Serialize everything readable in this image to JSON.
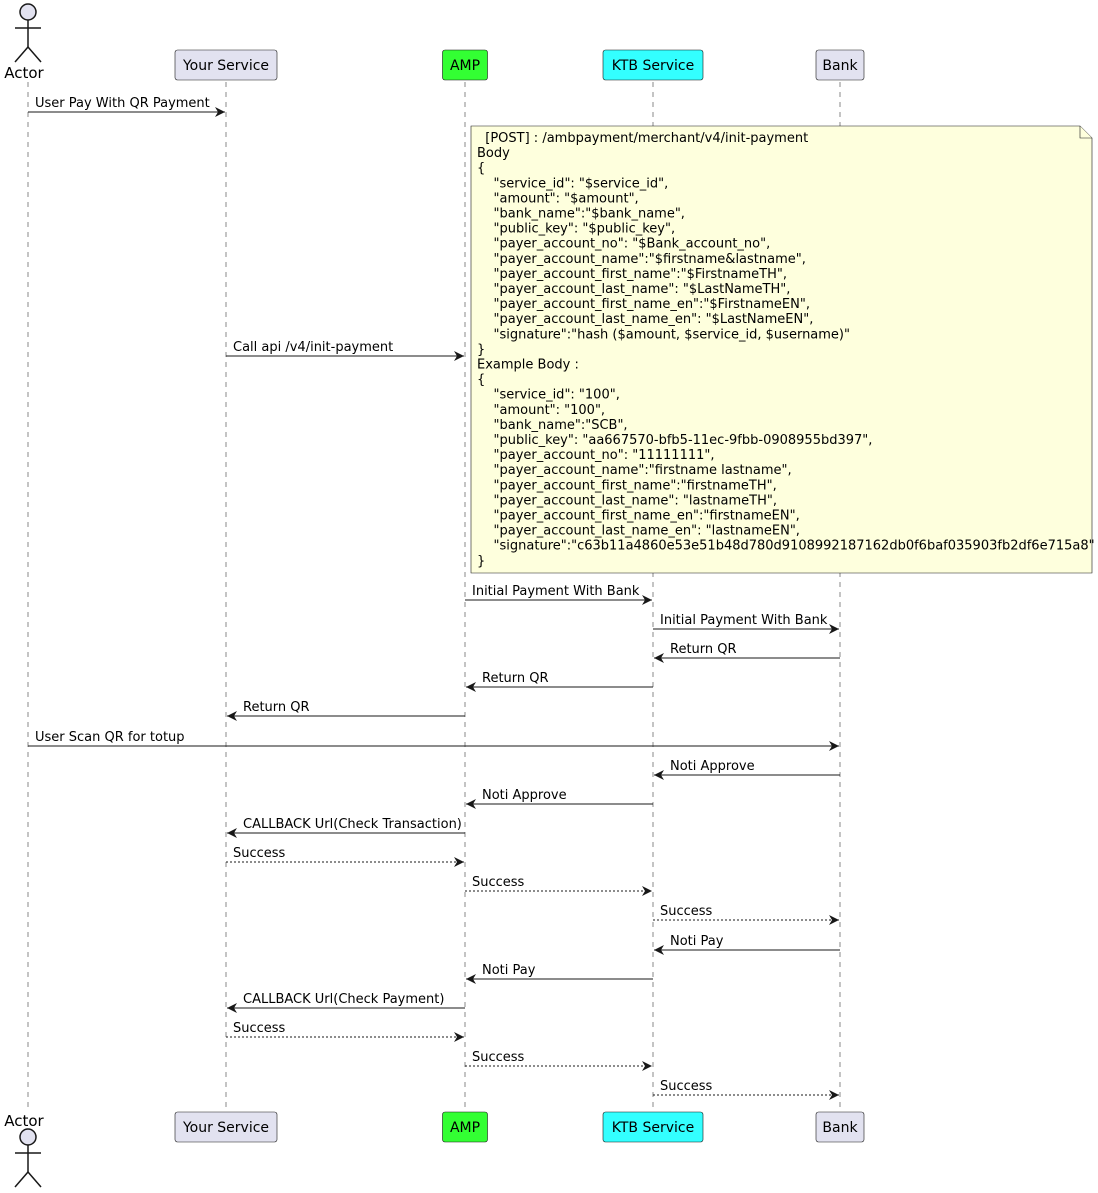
{
  "participants": [
    {
      "id": "actor",
      "label": "Actor",
      "kind": "actor",
      "color": "#E2E2F0"
    },
    {
      "id": "your-service",
      "label": "Your Service",
      "kind": "box",
      "color": "#E2E2F0"
    },
    {
      "id": "amp",
      "label": "AMP",
      "kind": "box",
      "color": "#33FF33"
    },
    {
      "id": "ktb",
      "label": "KTB Service",
      "kind": "box",
      "color": "#33FFFF"
    },
    {
      "id": "bank",
      "label": "Bank",
      "kind": "box",
      "color": "#E2E2F0"
    }
  ],
  "messages": [
    {
      "from": "actor",
      "to": "your-service",
      "label": "User Pay With QR Payment",
      "style": "solid"
    },
    {
      "from": "your-service",
      "to": "amp",
      "label": "Call api /v4/init-payment",
      "style": "solid"
    },
    {
      "from": "amp",
      "to": "ktb",
      "label": "Initial Payment With Bank",
      "style": "solid"
    },
    {
      "from": "ktb",
      "to": "bank",
      "label": "Initial Payment With Bank",
      "style": "solid"
    },
    {
      "from": "bank",
      "to": "ktb",
      "label": "Return QR",
      "style": "solid"
    },
    {
      "from": "ktb",
      "to": "amp",
      "label": "Return QR",
      "style": "solid"
    },
    {
      "from": "amp",
      "to": "your-service",
      "label": "Return QR",
      "style": "solid"
    },
    {
      "from": "actor",
      "to": "bank",
      "label": "User Scan QR for totup",
      "style": "solid"
    },
    {
      "from": "bank",
      "to": "ktb",
      "label": "Noti Approve",
      "style": "solid"
    },
    {
      "from": "ktb",
      "to": "amp",
      "label": "Noti Approve",
      "style": "solid"
    },
    {
      "from": "amp",
      "to": "your-service",
      "label": "CALLBACK Url(Check Transaction)",
      "style": "solid"
    },
    {
      "from": "your-service",
      "to": "amp",
      "label": "Success",
      "style": "dashed"
    },
    {
      "from": "amp",
      "to": "ktb",
      "label": "Success",
      "style": "dashed"
    },
    {
      "from": "ktb",
      "to": "bank",
      "label": "Success",
      "style": "dashed"
    },
    {
      "from": "bank",
      "to": "ktb",
      "label": "Noti Pay",
      "style": "solid"
    },
    {
      "from": "ktb",
      "to": "amp",
      "label": "Noti Pay",
      "style": "solid"
    },
    {
      "from": "amp",
      "to": "your-service",
      "label": "CALLBACK Url(Check Payment)",
      "style": "solid"
    },
    {
      "from": "your-service",
      "to": "amp",
      "label": "Success",
      "style": "dashed"
    },
    {
      "from": "amp",
      "to": "ktb",
      "label": "Success",
      "style": "dashed"
    },
    {
      "from": "ktb",
      "to": "bank",
      "label": "Success",
      "style": "dashed"
    }
  ],
  "note": {
    "color": "#FEFFDD",
    "lines": [
      "  [POST] : /ambpayment/merchant/v4/init-payment",
      "Body",
      "{",
      "    \"service_id\": \"$service_id\",",
      "    \"amount\": \"$amount\",",
      "    \"bank_name\":\"$bank_name\",",
      "    \"public_key\": \"$public_key\",",
      "    \"payer_account_no\": \"$Bank_account_no\",",
      "    \"payer_account_name\":\"$firstname&lastname\",",
      "    \"payer_account_first_name\":\"$FirstnameTH\",",
      "    \"payer_account_last_name\": \"$LastNameTH\",",
      "    \"payer_account_first_name_en\":\"$FirstnameEN\",",
      "    \"payer_account_last_name_en\": \"$LastNameEN\",",
      "    \"signature\":\"hash ($amount, $service_id, $username)\"",
      "}",
      "Example Body :",
      "{",
      "    \"service_id\": \"100\",",
      "    \"amount\": \"100\",",
      "    \"bank_name\":\"SCB\",",
      "    \"public_key\": \"aa667570-bfb5-11ec-9fbb-0908955bd397\",",
      "    \"payer_account_no\": \"11111111\",",
      "    \"payer_account_name\":\"firstname lastname\",",
      "    \"payer_account_first_name\":\"firstnameTH\",",
      "    \"payer_account_last_name\": \"lastnameTH\",",
      "    \"payer_account_first_name_en\":\"firstnameEN\",",
      "    \"payer_account_last_name_en\": \"lastnameEN\",",
      "    \"signature\":\"c63b11a4860e53e51b48d780d9108992187162db0f6baf035903fb2df6e715a8\"",
      "}"
    ]
  }
}
